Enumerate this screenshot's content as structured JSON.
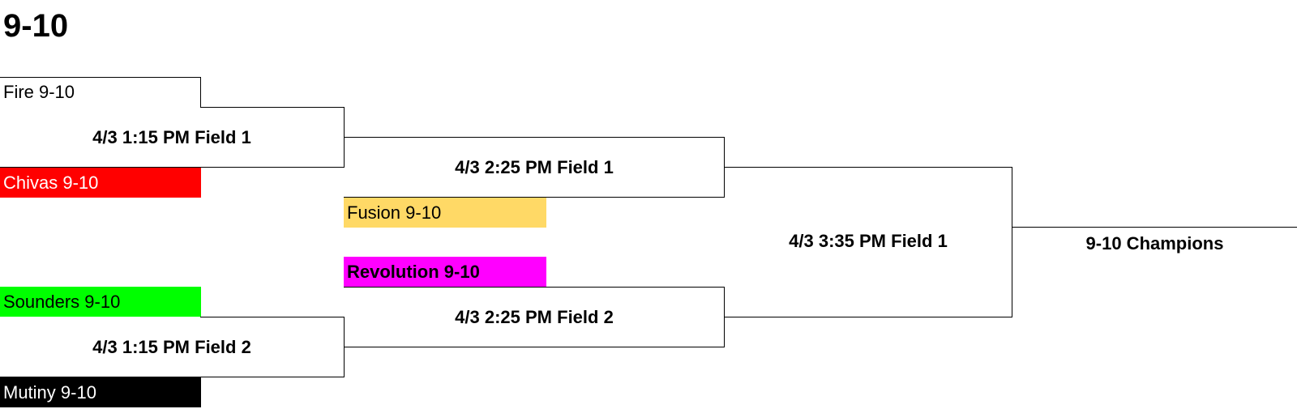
{
  "bracket": {
    "title": "9-10",
    "round1": {
      "game1": {
        "label": "4/3 1:15 PM Field 1"
      },
      "game2": {
        "label": "4/3 1:15 PM Field 2"
      }
    },
    "round2": {
      "game1": {
        "label": "4/3 2:25 PM Field 1"
      },
      "game2": {
        "label": "4/3 2:25 PM Field 2"
      }
    },
    "final": {
      "label": "4/3 3:35 PM Field 1"
    },
    "champion": {
      "label": "9-10 Champions"
    },
    "teams": [
      {
        "name": "Fire 9-10",
        "bg": "#ffffff",
        "color": "#000000"
      },
      {
        "name": "Chivas 9-10",
        "bg": "#ff0000",
        "color": "#ffffff"
      },
      {
        "name": "Fusion 9-10",
        "bg": "#ffd966",
        "color": "#000000"
      },
      {
        "name": "Revolution 9-10",
        "bg": "#ff00ff",
        "color": "#000000"
      },
      {
        "name": "Sounders 9-10",
        "bg": "#00ff00",
        "color": "#000000"
      },
      {
        "name": "Mutiny 9-10",
        "bg": "#000000",
        "color": "#ffffff"
      }
    ]
  }
}
